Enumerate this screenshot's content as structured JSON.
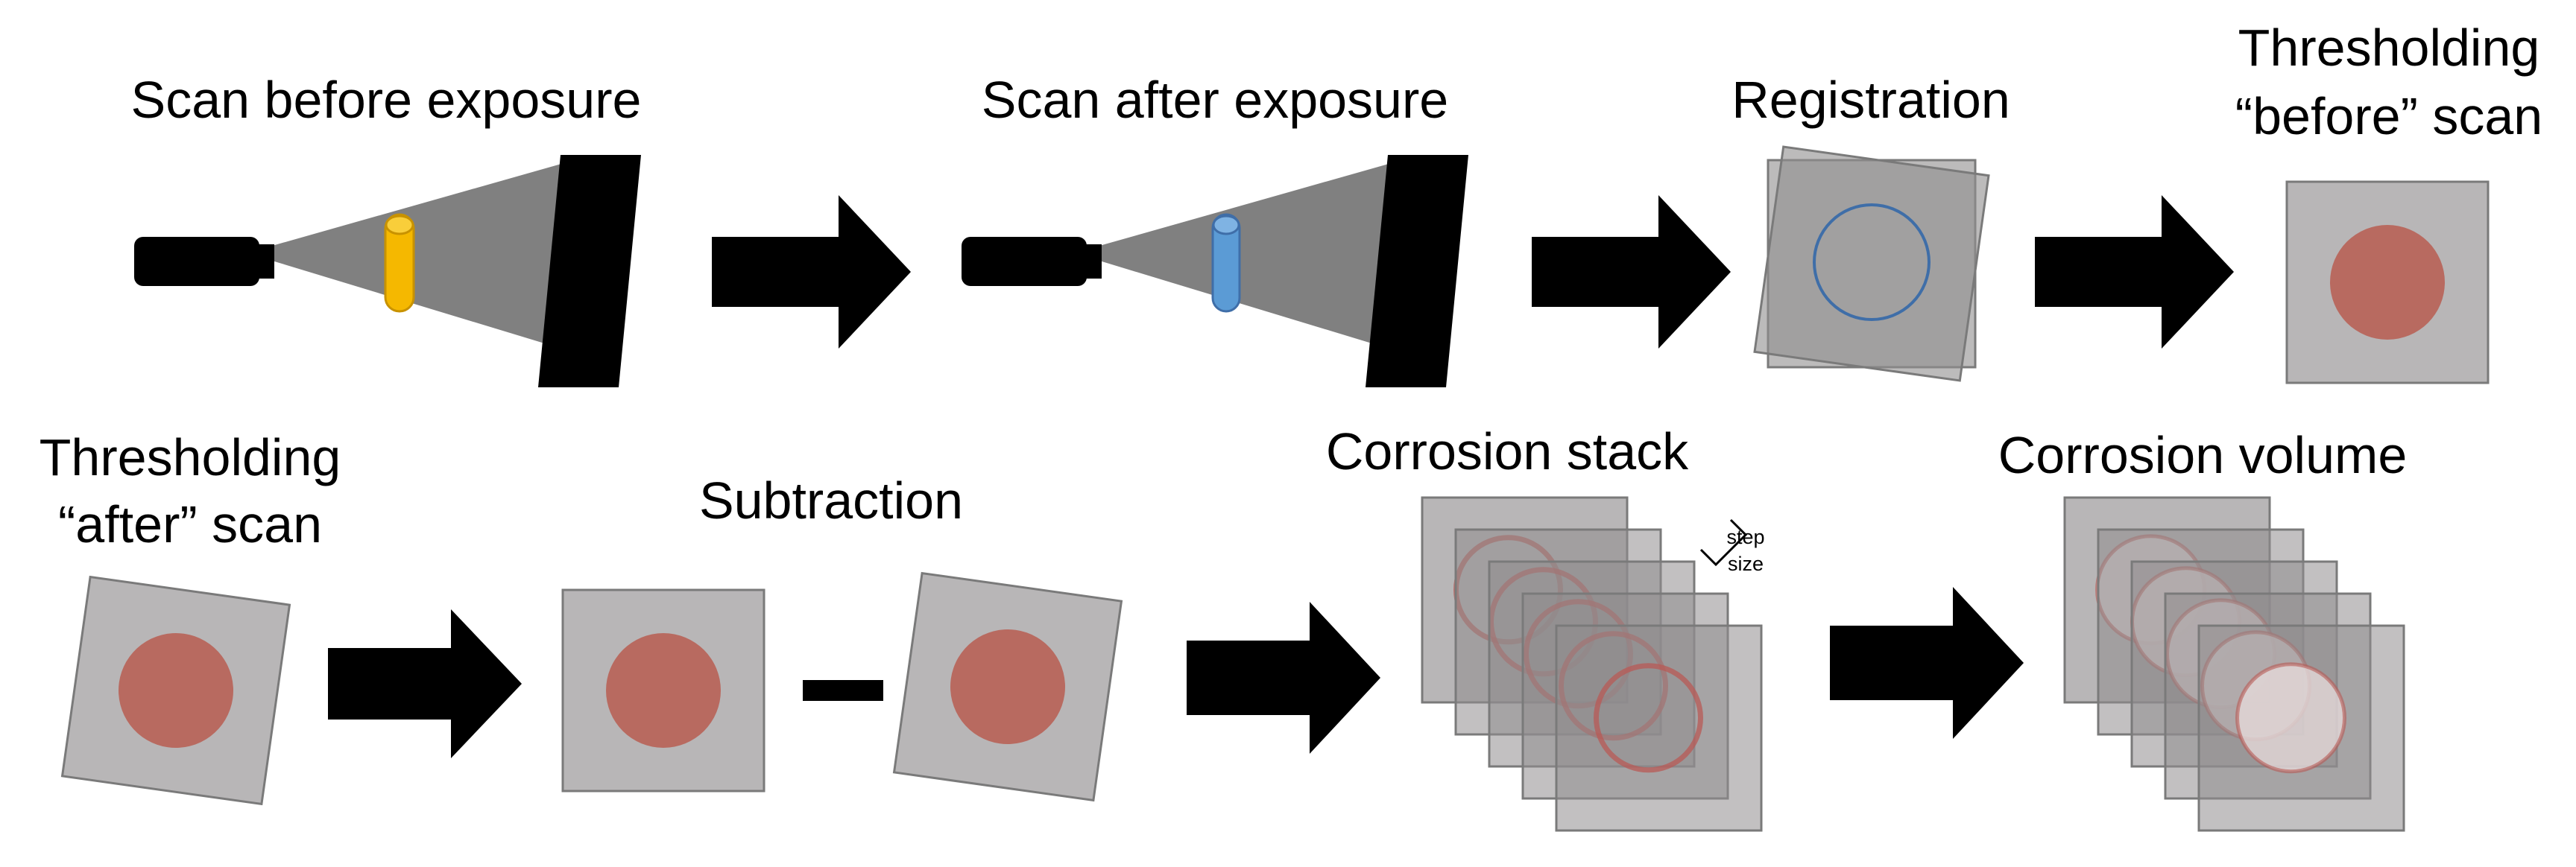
{
  "steps": {
    "scan_before": "Scan before exposure",
    "scan_after": "Scan after exposure",
    "registration": "Registration",
    "thresholding_before": [
      "Thresholding",
      "“before” scan"
    ],
    "thresholding_after": [
      "Thresholding",
      "“after” scan"
    ],
    "subtraction": "Subtraction",
    "corrosion_stack": "Corrosion stack",
    "corrosion_volume": "Corrosion volume"
  },
  "annotations": {
    "step_size": [
      "step",
      "size"
    ]
  },
  "icons": [
    "camera-icon",
    "arrow-right-icon",
    "minus-icon"
  ],
  "colors": {
    "specimen_before": "#F5B800",
    "specimen_after": "#5B9BD5",
    "beam": "#808080",
    "detector": "#000000",
    "slice_fill": "#B8B6B7",
    "slice_border": "#7A7A7A",
    "registered_circle": "#3F6EA8",
    "threshold_disc": "#B86A60",
    "stack_ring": "#B85A55"
  }
}
